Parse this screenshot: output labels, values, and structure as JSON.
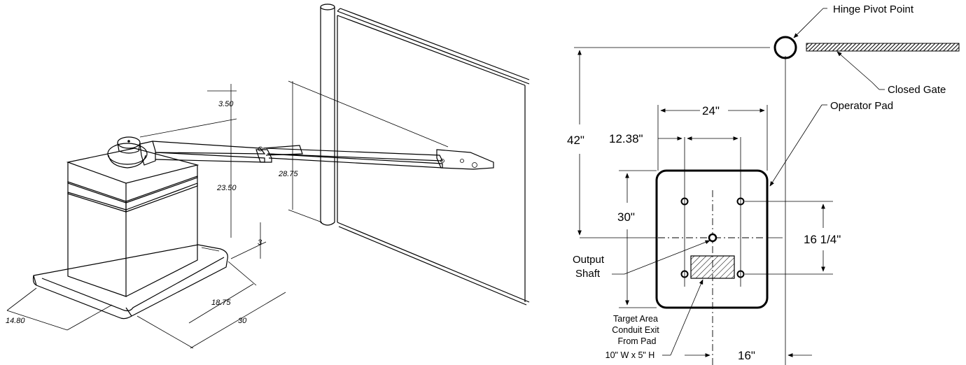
{
  "isometric": {
    "dim_top": "3.50",
    "dim_column": "23.50",
    "dim_arm": "28.75",
    "dim_pad_thickness": "3",
    "dim_depth_front": "14.80",
    "dim_depth_side": "18.75",
    "dim_pad_width": "30"
  },
  "plan": {
    "hinge_label": "Hinge Pivot Point",
    "closed_gate_label": "Closed Gate",
    "operator_pad_label": "Operator Pad",
    "dim_24": "24\"",
    "dim_1238": "12.38\"",
    "dim_42": "42\"",
    "dim_30": "30\"",
    "dim_1614": "16 1/4\"",
    "dim_16": "16\"",
    "output_shaft_line1": "Output",
    "output_shaft_line2": "Shaft",
    "target_line1": "Target Area",
    "target_line2": "Conduit Exit",
    "target_line3": "From Pad",
    "target_line4": "10\" W x 5\" H"
  }
}
